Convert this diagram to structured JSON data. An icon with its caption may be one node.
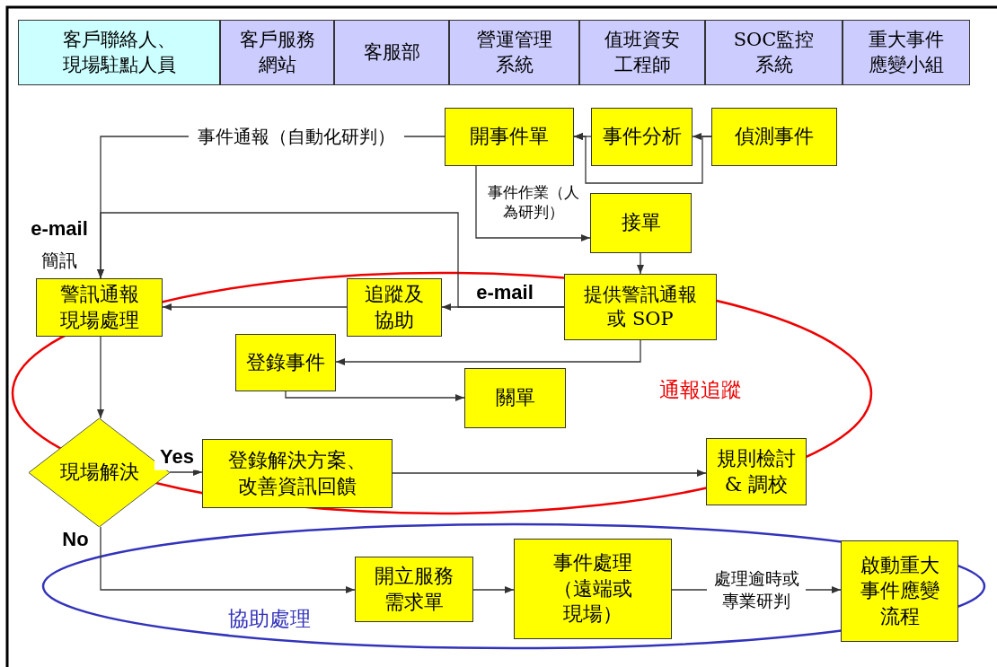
{
  "diagram": {
    "nodes": [
      {
        "text": [
          "客戶聯絡人、現場駐點人員"
        ]
      },
      {
        "text": [
          "客戶服務網站"
        ]
      },
      {
        "text": [
          "客服部"
        ]
      },
      {
        "text": [
          "營運管理系統"
        ]
      },
      {
        "text": [
          "值班資安工程師"
        ]
      },
      {
        "text": [
          "SOC監控系統"
        ]
      },
      {
        "text": [
          "重大事件應變小組"
        ]
      },
      {
        "text": [
          "開事件單"
        ]
      },
      {
        "text": [
          "事件分析"
        ]
      },
      {
        "text": [
          "偵測事件"
        ]
      },
      {
        "text": [
          "接單"
        ]
      },
      {
        "text": [
          "警訊通報現場處理"
        ]
      },
      {
        "text": [
          "追蹤及協助"
        ]
      },
      {
        "text": [
          "提供警訊通報或 SOP"
        ]
      },
      {
        "text": [
          "登錄事件"
        ]
      },
      {
        "text": [
          "關單"
        ]
      },
      {
        "text": [
          "現場解決"
        ]
      },
      {
        "text": [
          "登錄解決方案、改善資訊回饋"
        ]
      },
      {
        "text": [
          "規則檢討 & 調校"
        ]
      },
      {
        "text": [
          "開立服務需求單"
        ]
      },
      {
        "text": [
          "事件處理（遠端或現場）"
        ]
      },
      {
        "text": [
          "啟動重大事件應變流程"
        ]
      }
    ],
    "edges": [
      {
        "from": 9,
        "to": 8,
        "arrow": "to"
      },
      {
        "from": 8,
        "to": 7,
        "arrow": "to"
      },
      {
        "from": 9,
        "to": 7,
        "arrow": "to"
      },
      {
        "from": 7,
        "to": 11,
        "arrow": "to",
        "label": "事件通報（自動化研判）"
      },
      {
        "from": 7,
        "to": 10,
        "arrow": "to",
        "label": "事件作業（人為研判）"
      },
      {
        "from": 10,
        "to": 13,
        "arrow": "to"
      },
      {
        "from": 13,
        "to": 12,
        "arrow": "to",
        "label": "e-mail"
      },
      {
        "from": 13,
        "to": 11,
        "arrow": "to"
      },
      {
        "from": 12,
        "to": 11,
        "arrow": "to"
      },
      {
        "from": 13,
        "to": 14,
        "arrow": "to"
      },
      {
        "from": 14,
        "to": 15,
        "arrow": "to"
      },
      {
        "from": 11,
        "to": 16,
        "arrow": "to"
      },
      {
        "from": 16,
        "to": 17,
        "arrow": "to",
        "label": "Yes"
      },
      {
        "from": 17,
        "to": 18,
        "arrow": "to"
      },
      {
        "from": 16,
        "to": 19,
        "arrow": "to",
        "label": "No"
      },
      {
        "from": 19,
        "to": 20,
        "arrow": "to"
      },
      {
        "from": 20,
        "to": 21,
        "arrow": "to",
        "label": "處理逾時或專業研判"
      }
    ],
    "labels": [
      "e-mail",
      "簡訊",
      "通報追蹤",
      "協助處理"
    ]
  }
}
